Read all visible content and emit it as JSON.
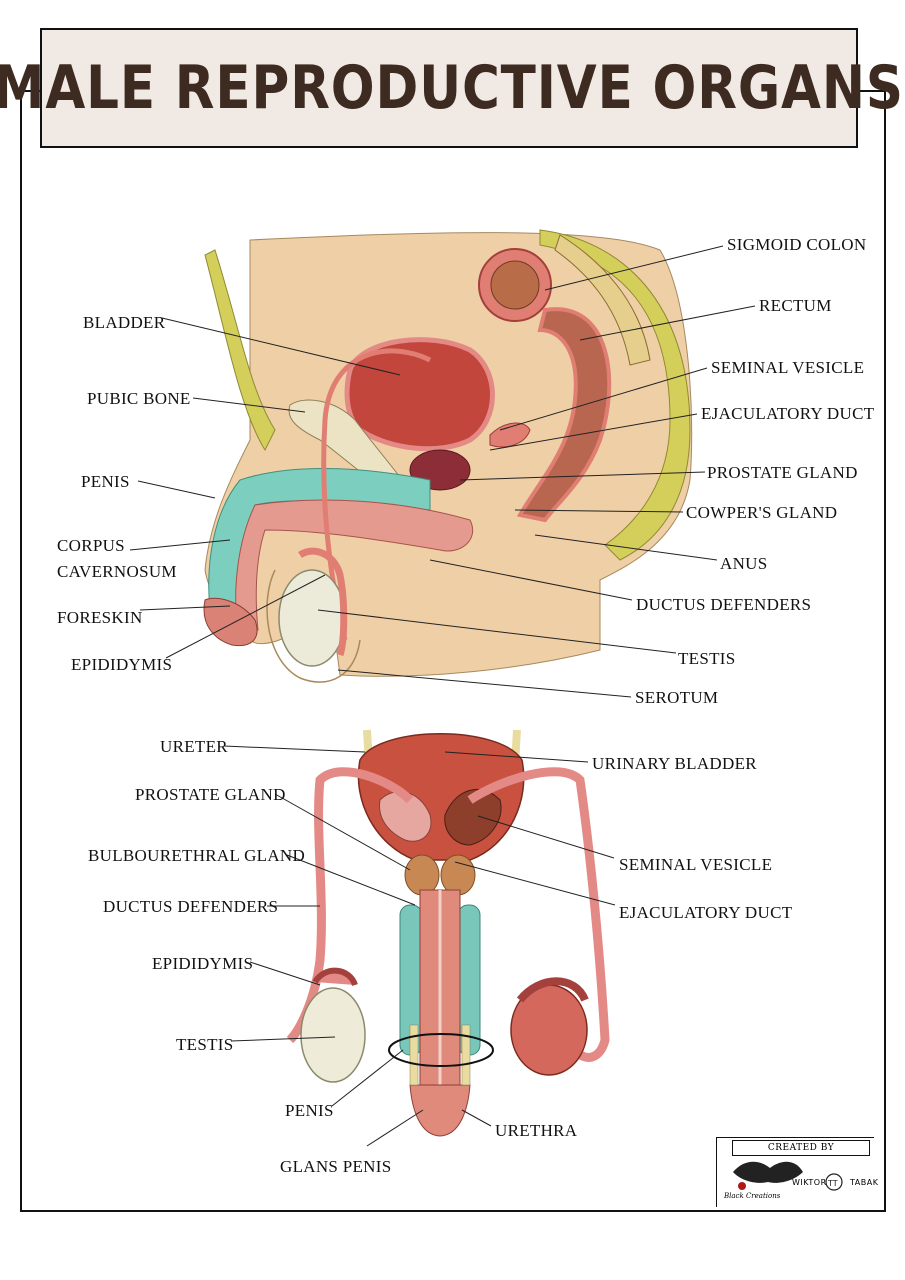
{
  "title": "MALE REPRODUCTIVE ORGANS",
  "sagittal_labels": {
    "sigmoid_colon": "SIGMOID COLON",
    "rectum": "RECTUM",
    "bladder": "BLADDER",
    "seminal_vesicle": "SEMINAL VESICLE",
    "pubic_bone": "PUBIC BONE",
    "ejaculatory_duct": "EJACULATORY DUCT",
    "prostate_gland": "PROSTATE GLAND",
    "penis": "PENIS",
    "cowpers_gland": "COWPER'S GLAND",
    "corpus": "CORPUS",
    "cavernosum": "CAVERNOSUM",
    "anus": "ANUS",
    "ductus_defenders": "DUCTUS DEFENDERS",
    "foreskin": "FORESKIN",
    "testis": "TESTIS",
    "epididymis": "EPIDIDYMIS",
    "serotum": "SEROTUM"
  },
  "frontal_labels": {
    "ureter": "URETER",
    "urinary_bladder": "URINARY BLADDER",
    "prostate_gland": "PROSTATE GLAND",
    "bulbourethral_gland": "BULBOURETHRAL GLAND",
    "seminal_vesicle": "SEMINAL VESICLE",
    "ductus_defenders": "DUCTUS DEFENDERS",
    "ejaculatory_duct": "EJACULATORY DUCT",
    "epididymis": "EPIDIDYMIS",
    "testis": "TESTIS",
    "penis": "PENIS",
    "urethra": "URETHRA",
    "glans_penis": "GLANS PENIS"
  },
  "credits": {
    "header": "CREATED BY",
    "brand": "Black Creations",
    "author_first": "WIKTOR",
    "author_last": "TABAK"
  }
}
